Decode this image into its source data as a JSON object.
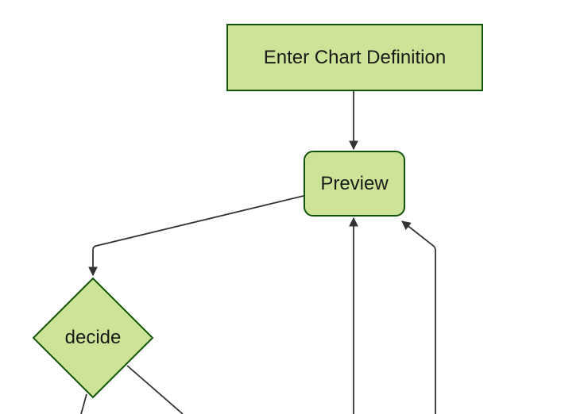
{
  "colors": {
    "background": "#ffffff",
    "node_fill": "#cde498",
    "node_border": "#13540c",
    "edge": "#333333",
    "text": "#1a1a1a"
  },
  "diagram": {
    "type": "flowchart",
    "direction": "top-down",
    "nodes": [
      {
        "id": "enter-chart-definition",
        "label": "Enter Chart Definition",
        "shape": "rectangle"
      },
      {
        "id": "preview",
        "label": "Preview",
        "shape": "rounded-rectangle"
      },
      {
        "id": "decide",
        "label": "decide",
        "shape": "diamond"
      }
    ],
    "edges": [
      {
        "from": "enter-chart-definition",
        "to": "preview",
        "arrowhead": true
      },
      {
        "from": "preview",
        "to": "decide",
        "arrowhead": true
      },
      {
        "from": "offscreen-bottom",
        "to": "preview",
        "arrowhead": true
      },
      {
        "from": "offscreen-bottom-right",
        "to": "preview",
        "arrowhead": true
      },
      {
        "from": "decide",
        "to": "offscreen-bottom-left",
        "arrowhead": false
      },
      {
        "from": "decide",
        "to": "offscreen-bottom-right",
        "arrowhead": false
      }
    ]
  }
}
